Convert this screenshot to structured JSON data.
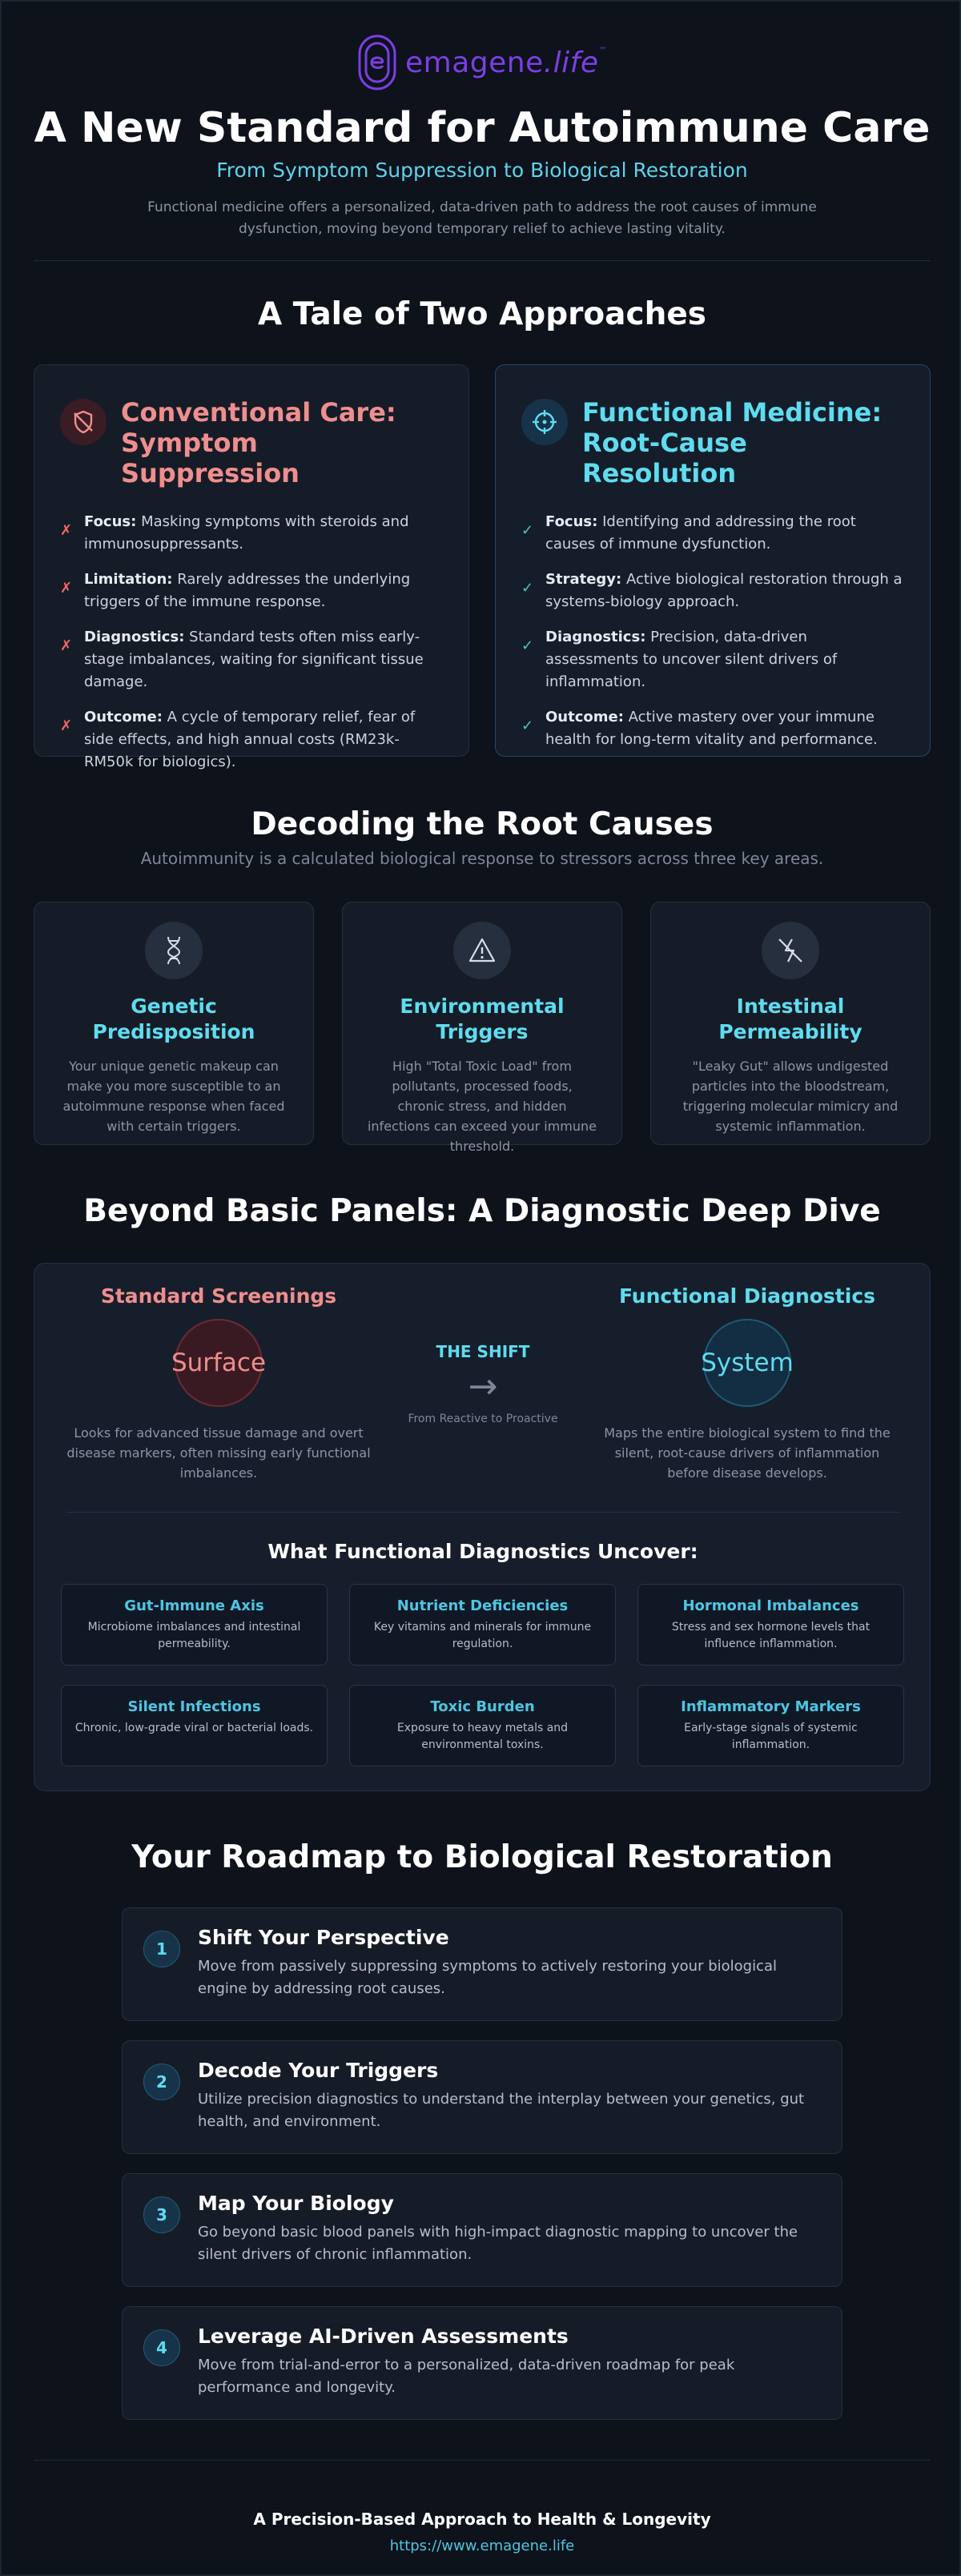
{
  "brand": {
    "name": "emagene",
    "ext": ".life",
    "tm": "™"
  },
  "hero": {
    "title": "A New Standard for Autoimmune Care",
    "subtitle": "From Symptom Suppression to Biological Restoration",
    "intro": "Functional medicine offers a personalized, data-driven path to address the root causes of immune dysfunction, moving beyond temporary relief to achieve lasting vitality."
  },
  "approaches": {
    "title": "A Tale of Two Approaches",
    "conventional": {
      "icon": "shield-slash-icon",
      "title": "Conventional Care: Symptom Suppression",
      "mark": "✗",
      "items": [
        {
          "label": "Focus:",
          "text": "Masking symptoms with steroids and immunosuppressants."
        },
        {
          "label": "Limitation:",
          "text": "Rarely addresses the underlying triggers of the immune response."
        },
        {
          "label": "Diagnostics:",
          "text": "Standard tests often miss early-stage imbalances, waiting for significant tissue damage."
        },
        {
          "label": "Outcome:",
          "text": "A cycle of temporary relief, fear of side effects, and high annual costs (RM23k-RM50k for biologics)."
        }
      ]
    },
    "functional": {
      "icon": "crosshair-icon",
      "title": "Functional Medicine: Root-Cause Resolution",
      "mark": "✓",
      "items": [
        {
          "label": "Focus:",
          "text": "Identifying and addressing the root causes of immune dysfunction."
        },
        {
          "label": "Strategy:",
          "text": "Active biological restoration through a systems-biology approach."
        },
        {
          "label": "Diagnostics:",
          "text": "Precision, data-driven assessments to uncover silent drivers of inflammation."
        },
        {
          "label": "Outcome:",
          "text": "Active mastery over your immune health for long-term vitality and performance."
        }
      ]
    }
  },
  "causes": {
    "title": "Decoding the Root Causes",
    "subtitle": "Autoimmunity is a calculated biological response to stressors across three key areas.",
    "items": [
      {
        "icon": "dna-icon",
        "title": "Genetic Predisposition",
        "desc": "Your unique genetic makeup can make you more susceptible to an autoimmune response when faced with certain triggers."
      },
      {
        "icon": "warning-icon",
        "title": "Environmental Triggers",
        "desc": "High \"Total Toxic Load\" from pollutants, processed foods, chronic stress, and hidden infections can exceed your immune threshold."
      },
      {
        "icon": "broken-barrier-icon",
        "title": "Intestinal Permeability",
        "desc": "\"Leaky Gut\" allows undigested particles into the bloodstream, triggering molecular mimicry and systemic inflammation."
      }
    ]
  },
  "diagnostics": {
    "title": "Beyond Basic Panels: A Diagnostic Deep Dive",
    "standard": {
      "title": "Standard Screenings",
      "badge": "Surface",
      "desc": "Looks for advanced tissue damage and overt disease markers, often missing early functional imbalances."
    },
    "shift": {
      "label": "THE SHIFT",
      "arrow": "→",
      "sub": "From Reactive to Proactive"
    },
    "functional": {
      "title": "Functional Diagnostics",
      "badge": "System",
      "desc": "Maps the entire biological system to find the silent, root-cause drivers of inflammation before disease develops."
    },
    "uncover_title": "What Functional Diagnostics Uncover:",
    "findings": [
      {
        "title": "Gut-Immune Axis",
        "desc": "Microbiome imbalances and intestinal permeability."
      },
      {
        "title": "Nutrient Deficiencies",
        "desc": "Key vitamins and minerals for immune regulation."
      },
      {
        "title": "Hormonal Imbalances",
        "desc": "Stress and sex hormone levels that influence inflammation."
      },
      {
        "title": "Silent Infections",
        "desc": "Chronic, low-grade viral or bacterial loads."
      },
      {
        "title": "Toxic Burden",
        "desc": "Exposure to heavy metals and environmental toxins."
      },
      {
        "title": "Inflammatory Markers",
        "desc": "Early-stage signals of systemic inflammation."
      }
    ]
  },
  "roadmap": {
    "title": "Your Roadmap to Biological Restoration",
    "steps": [
      {
        "num": "1",
        "title": "Shift Your Perspective",
        "desc": "Move from passively suppressing symptoms to actively restoring your biological engine by addressing root causes."
      },
      {
        "num": "2",
        "title": "Decode Your Triggers",
        "desc": "Utilize precision diagnostics to understand the interplay between your genetics, gut health, and environment."
      },
      {
        "num": "3",
        "title": "Map Your Biology",
        "desc": "Go beyond basic blood panels with high-impact diagnostic mapping to uncover the silent drivers of chronic inflammation."
      },
      {
        "num": "4",
        "title": "Leverage AI-Driven Assessments",
        "desc": "Move from trial-and-error to a personalized, data-driven roadmap for peak performance and longevity."
      }
    ]
  },
  "footer": {
    "tagline": "A Precision-Based Approach to Health & Longevity",
    "link": "https://www.emagene.life"
  },
  "colors": {
    "brand": "#7b3fe4",
    "accent_cyan": "#5fdcef",
    "accent_red": "#ef8e8e",
    "background": "#0d121b"
  }
}
